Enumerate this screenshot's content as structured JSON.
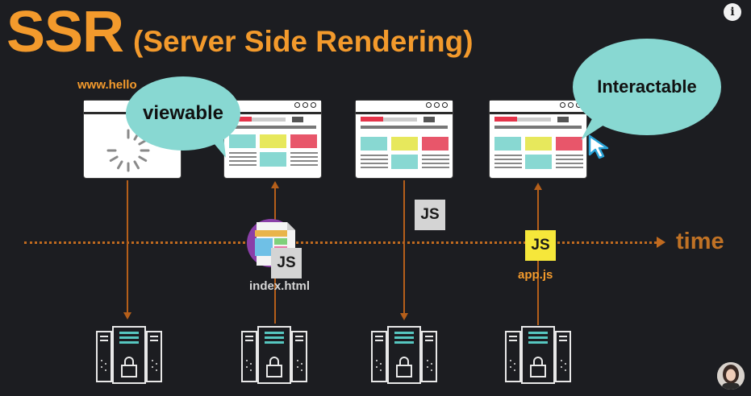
{
  "title": {
    "main": "SSR",
    "subtitle": "(Server Side Rendering)"
  },
  "url_text": "www.hello",
  "bubbles": {
    "viewable": "viewable",
    "interactable": "Interactable"
  },
  "timeline_label": "time",
  "files": {
    "index_html": {
      "badge": "JS",
      "label": "index.html"
    },
    "mid_js": {
      "badge": "JS"
    },
    "app_js": {
      "badge": "JS",
      "label": "app.js"
    }
  },
  "colors": {
    "accent": "#f39a2c",
    "bubble": "#88d8d2",
    "timeline": "#c06a1f",
    "js_yellow": "#f6e73a",
    "background": "#1c1d21"
  },
  "icons": [
    "info-icon",
    "loading-spinner-icon",
    "cursor-icon",
    "server-icon",
    "html-file-icon"
  ]
}
